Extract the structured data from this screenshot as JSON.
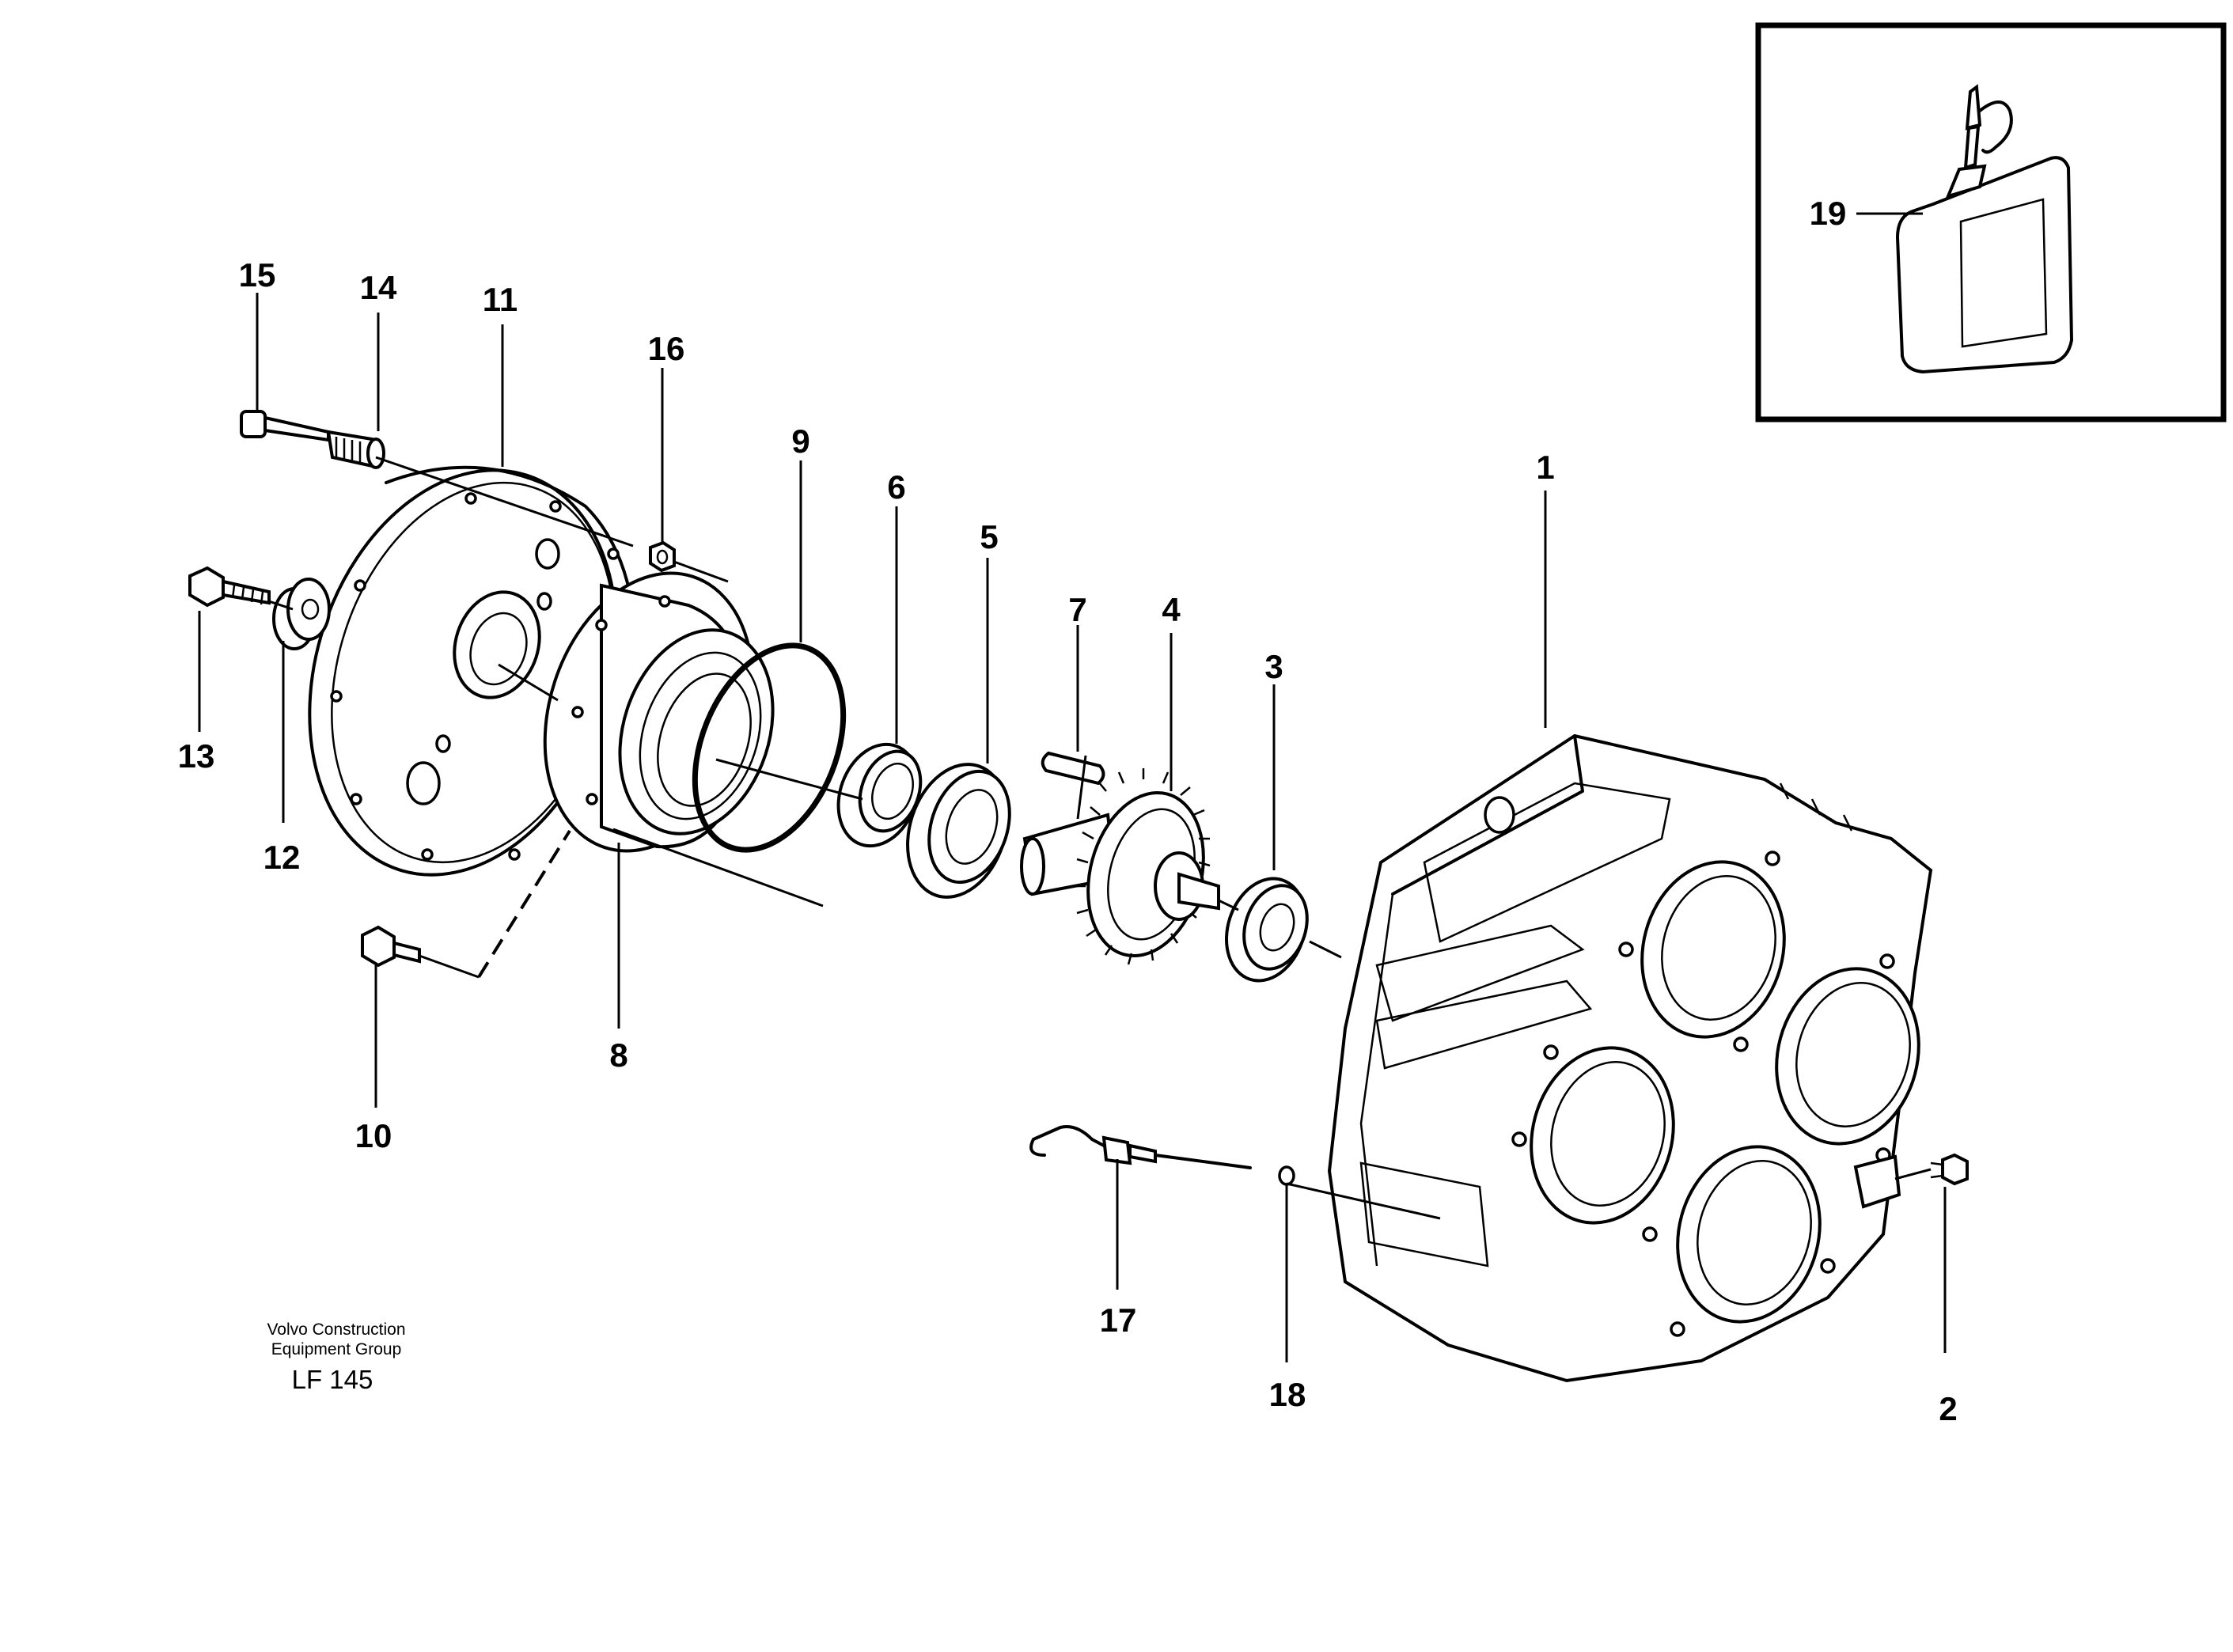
{
  "labels": {
    "p1": "1",
    "p2": "2",
    "p3": "3",
    "p4": "4",
    "p5": "5",
    "p6": "6",
    "p7": "7",
    "p8": "8",
    "p9": "9",
    "p10": "10",
    "p11": "11",
    "p12": "12",
    "p13": "13",
    "p14": "14",
    "p15": "15",
    "p16": "16",
    "p17": "17",
    "p18": "18",
    "p19": "19"
  },
  "footer": {
    "company_line1": "Volvo Construction",
    "company_line2": "Equipment Group",
    "code": "LF 145"
  }
}
